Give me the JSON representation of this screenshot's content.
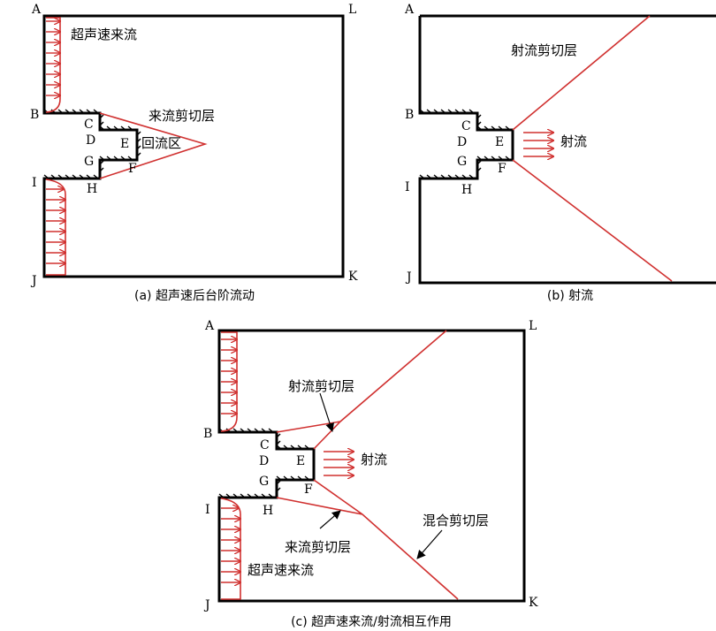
{
  "points": {
    "A": "A",
    "B": "B",
    "C": "C",
    "D": "D",
    "E": "E",
    "F": "F",
    "G": "G",
    "H": "H",
    "I": "I",
    "J": "J",
    "K": "K",
    "L": "L"
  },
  "panel_a": {
    "caption": "(a) 超声速后台阶流动",
    "inflow": "超声速来流",
    "shear_layer": "来流剪切层",
    "recirculation": "回流区"
  },
  "panel_b": {
    "caption": "(b) 射流",
    "shear_layer": "射流剪切层",
    "jet": "射流"
  },
  "panel_c": {
    "caption": "(c) 超声速来流/射流相互作用",
    "jet_shear": "射流剪切层",
    "jet": "射流",
    "mixing_shear": "混合剪切层",
    "inflow_shear": "来流剪切层",
    "inflow": "超声速来流"
  },
  "colors": {
    "flow": "#d0302f",
    "wall": "#000000"
  }
}
